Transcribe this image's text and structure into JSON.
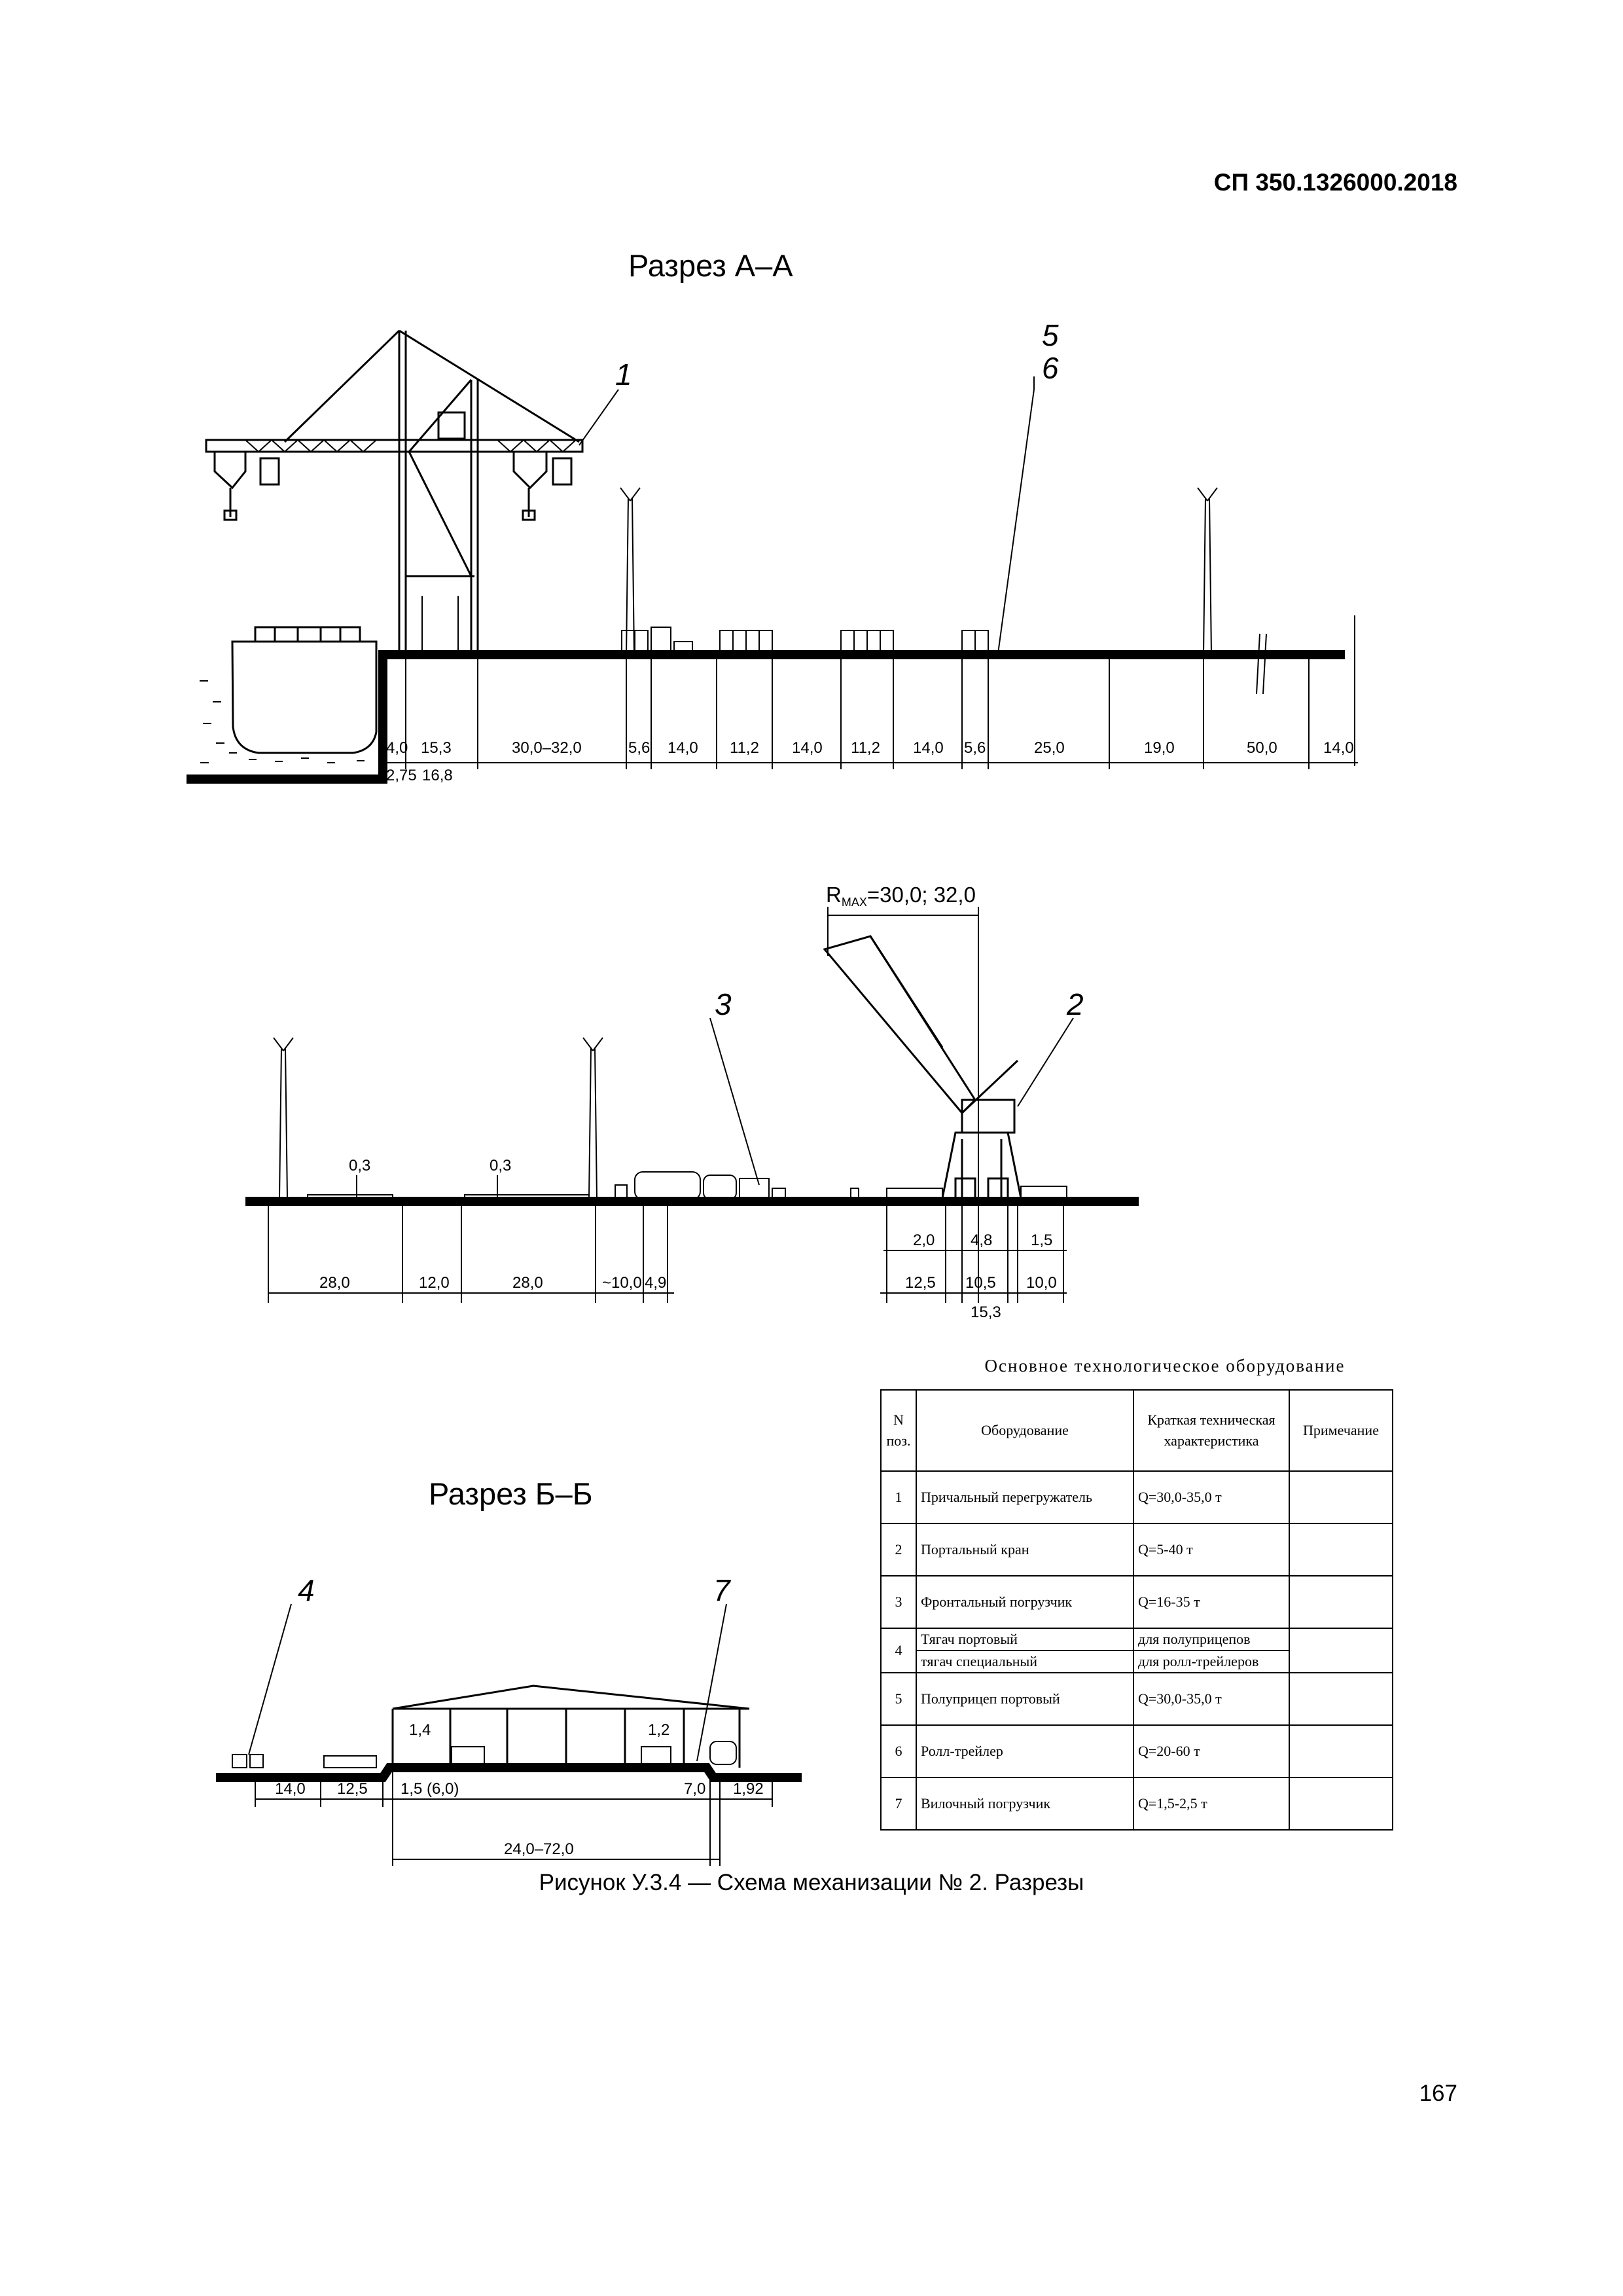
{
  "header": {
    "doc_code": "СП 350.1326000.2018"
  },
  "page_number": "167",
  "caption": "Рисунок У.3.4  — Схема механизации № 2. Разрезы",
  "section_aa": {
    "title": "Разрез А–А",
    "callouts": [
      "1",
      "5",
      "6"
    ],
    "dims_row1": [
      "4,0",
      "15,3",
      "30,0–32,0",
      "5,6",
      "14,0",
      "11,2",
      "14,0",
      "11,2",
      "14,0",
      "5,6",
      "25,0",
      "19,0",
      "50,0",
      "14,0"
    ],
    "dims_row2": [
      "2,75",
      "16,8"
    ]
  },
  "section_mid": {
    "radius_label_prefix": "R",
    "radius_label_sub": "MAX",
    "radius_label_suffix": "=30,0; 32,0",
    "callouts": [
      "3",
      "2"
    ],
    "spot_heights": [
      "0,3",
      "0,3"
    ],
    "dims_left": [
      "28,0",
      "12,0",
      "28,0",
      "~10,0",
      "4,9"
    ],
    "dims_right_top": [
      "2,0",
      "4,8",
      "1,5"
    ],
    "dims_right_bottom": [
      "12,5",
      "10,5",
      "10,0"
    ],
    "dims_right_total": "15,3"
  },
  "section_bb": {
    "title": "Разрез Б–Б",
    "callouts": [
      "4",
      "7"
    ],
    "inner_dims": [
      "1,4",
      "1,2"
    ],
    "dims_row1": [
      "14,0",
      "12,5",
      "1,5 (6,0)",
      "7,0",
      "1,92"
    ],
    "dims_total": "24,0–72,0"
  },
  "equipment_table": {
    "title": "Основное технологическое оборудование",
    "headers": {
      "num": "N поз.",
      "name": "Оборудование",
      "spec": "Краткая техническая характеристика",
      "note": "Примечание"
    },
    "rows": [
      {
        "num": "1",
        "name": "Причальный перегружатель",
        "spec": "Q=30,0-35,0 т",
        "note": ""
      },
      {
        "num": "2",
        "name": "Портальный кран",
        "spec": "Q=5-40 т",
        "note": ""
      },
      {
        "num": "3",
        "name": "Фронтальный погрузчик",
        "spec": "Q=16-35 т",
        "note": ""
      },
      {
        "num": "4",
        "name": "Тягач портовый",
        "name2": "тягач специальный",
        "spec": "для полуприцепов",
        "spec2": "для ролл-трейлеров",
        "note": ""
      },
      {
        "num": "5",
        "name": "Полуприцеп портовый",
        "spec": "Q=30,0-35,0 т",
        "note": ""
      },
      {
        "num": "6",
        "name": "Ролл-трейлер",
        "spec": "Q=20-60 т",
        "note": ""
      },
      {
        "num": "7",
        "name": "Вилочный погрузчик",
        "spec": "Q=1,5-2,5 т",
        "note": ""
      }
    ]
  }
}
